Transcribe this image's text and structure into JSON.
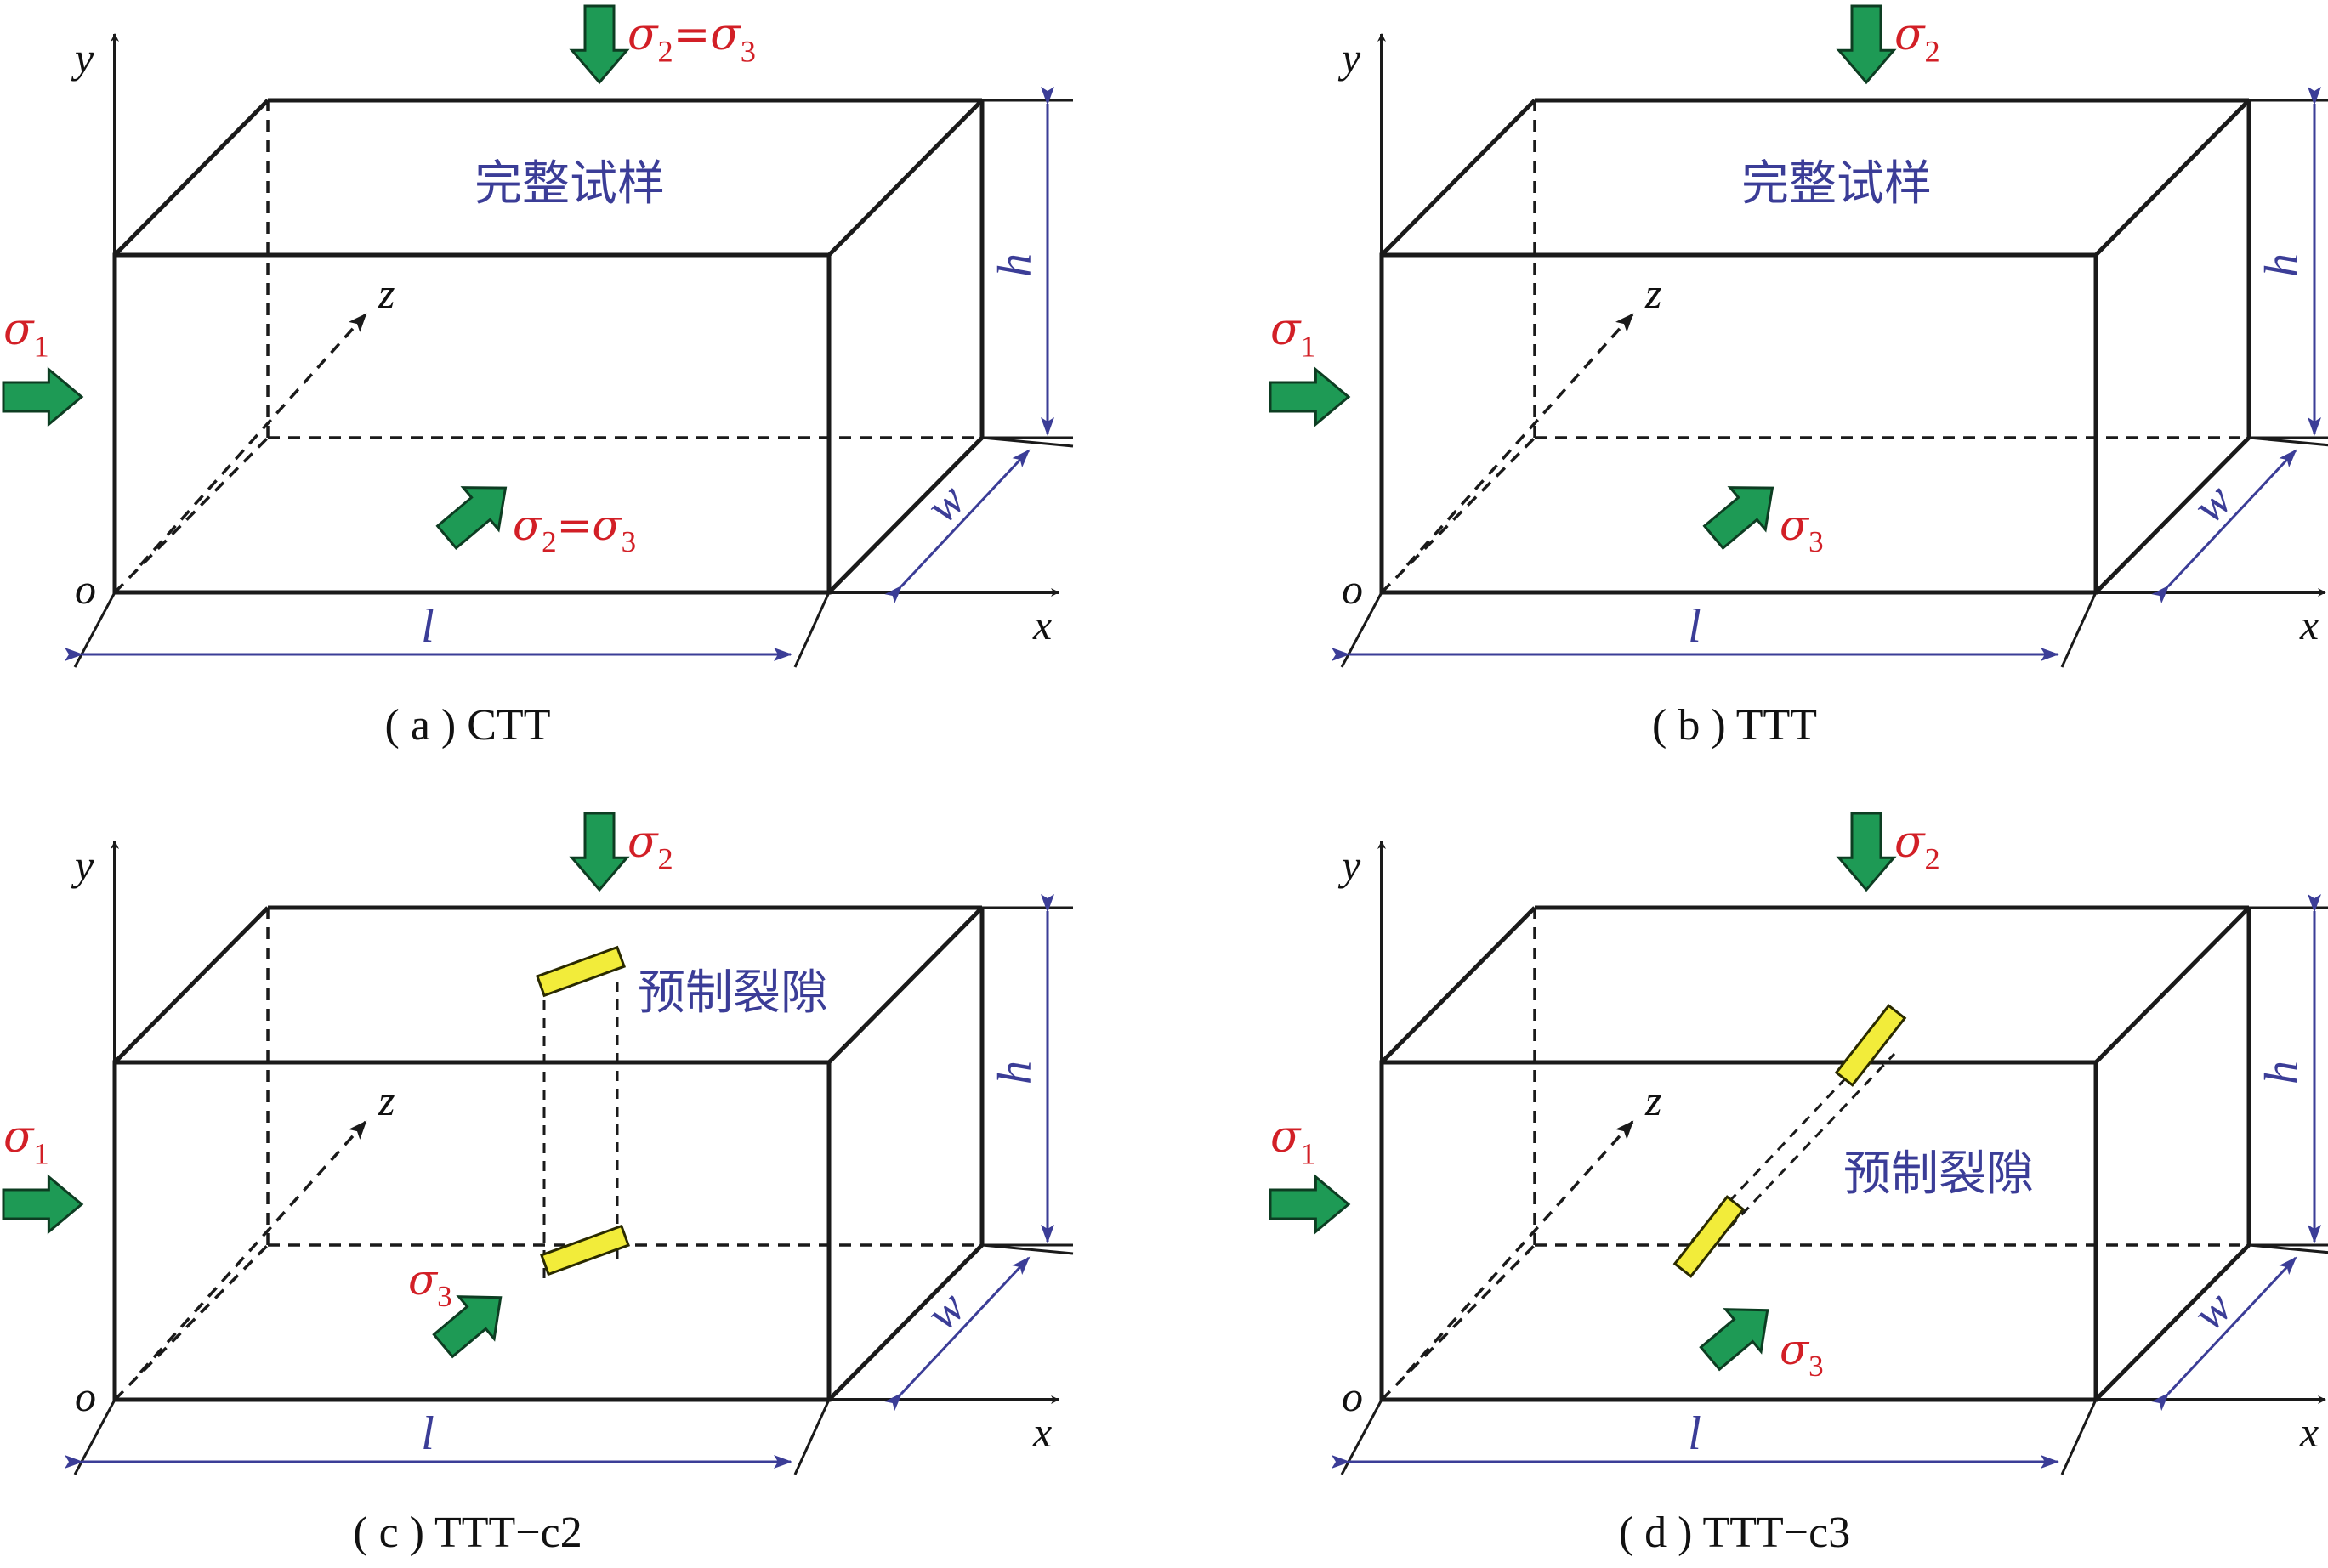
{
  "colors": {
    "edge": "#1a1a1a",
    "dim": "#3b3d97",
    "stress": "#d21f26",
    "arrow_fill": "#1e9a55",
    "arrow_stroke": "#0d3d22",
    "flaw_fill": "#f2ec3a",
    "flaw_stroke": "#2a2a00"
  },
  "axis_labels": {
    "x": "x",
    "y": "y",
    "z": "z",
    "origin": "o"
  },
  "dim_labels": {
    "length": "l",
    "height": "h",
    "width": "w"
  },
  "stress_symbol": "σ",
  "panels": [
    {
      "id": "a",
      "caption": "( a ) CTT",
      "specimen_label": "完整试样",
      "top_stress": [
        {
          "t": "σ",
          "sub": ""
        },
        {
          "t": "2",
          "sub": "s"
        },
        {
          "t": "=σ",
          "sub": ""
        },
        {
          "t": "3",
          "sub": "s"
        }
      ],
      "left_stress": [
        {
          "t": "σ",
          "sub": ""
        },
        {
          "t": "1",
          "sub": "s"
        }
      ],
      "front_stress": [
        {
          "t": "σ",
          "sub": ""
        },
        {
          "t": "2",
          "sub": "s"
        },
        {
          "t": "=σ",
          "sub": ""
        },
        {
          "t": "3",
          "sub": "s"
        }
      ],
      "flaws": "none"
    },
    {
      "id": "b",
      "caption": "( b ) TTT",
      "specimen_label": "完整试样",
      "top_stress": [
        {
          "t": "σ",
          "sub": ""
        },
        {
          "t": "2",
          "sub": "s"
        }
      ],
      "left_stress": [
        {
          "t": "σ",
          "sub": ""
        },
        {
          "t": "1",
          "sub": "s"
        }
      ],
      "front_stress": [
        {
          "t": "σ",
          "sub": ""
        },
        {
          "t": "3",
          "sub": "s"
        }
      ],
      "flaws": "none"
    },
    {
      "id": "c",
      "caption": "( c ) TTT−c2",
      "specimen_label": "预制裂隙",
      "top_stress": [
        {
          "t": "σ",
          "sub": ""
        },
        {
          "t": "2",
          "sub": "s"
        }
      ],
      "left_stress": [
        {
          "t": "σ",
          "sub": ""
        },
        {
          "t": "1",
          "sub": "s"
        }
      ],
      "front_stress": [
        {
          "t": "σ",
          "sub": ""
        },
        {
          "t": "3",
          "sub": "s"
        }
      ],
      "flaws": "c2"
    },
    {
      "id": "d",
      "caption": "( d ) TTT−c3",
      "specimen_label": "预制裂隙",
      "top_stress": [
        {
          "t": "σ",
          "sub": ""
        },
        {
          "t": "2",
          "sub": "s"
        }
      ],
      "left_stress": [
        {
          "t": "σ",
          "sub": ""
        },
        {
          "t": "1",
          "sub": "s"
        }
      ],
      "front_stress": [
        {
          "t": "σ",
          "sub": ""
        },
        {
          "t": "3",
          "sub": "s"
        }
      ],
      "flaws": "c3"
    }
  ]
}
